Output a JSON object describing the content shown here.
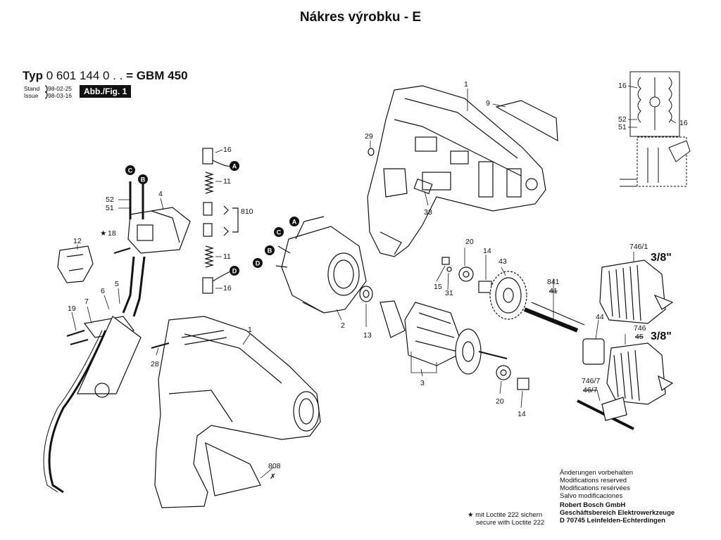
{
  "page_title": "Nákres výrobku - E",
  "type_line": {
    "prefix": "Typ",
    "number": "0 601 144 0 . .",
    "model": "= GBM 450"
  },
  "stamp": [
    {
      "label": "Stand",
      "date": "98-02-25"
    },
    {
      "label": "Issue",
      "date": "98-03-16"
    }
  ],
  "figure_badge": "Abb./Fig. 1",
  "part_labels": {
    "p1_top": "1",
    "p9": "9",
    "p29": "29",
    "p33": "33",
    "p16_a": "16",
    "p11_a": "11",
    "p810": "810",
    "p11_b": "11",
    "p16_b": "16",
    "p52": "52",
    "p51": "51",
    "p4": "4",
    "p12": "12",
    "p18": "18",
    "p19": "19",
    "p7": "7",
    "p6": "6",
    "p5": "5",
    "p28": "28",
    "p1_bottom": "1",
    "p808": "808",
    "p2": "2",
    "p13": "13",
    "p3": "3",
    "p20_top": "20",
    "p14_top": "14",
    "p43": "43",
    "p15": "15",
    "p31": "31",
    "p841": "841",
    "p841_x": "41",
    "p44": "44",
    "p20_bottom": "20",
    "p14_bottom": "14",
    "p746_1": "746/1",
    "size_top": "3/8\"",
    "p746": "746",
    "p746_x": "45",
    "size_mid": "3/8\"",
    "p746_7": "746/7",
    "p746_7_x": "46/7",
    "wiring_16_left": "16",
    "wiring_16_right": "16",
    "wiring_52": "52",
    "wiring_51": "51"
  },
  "connectors": [
    "A",
    "B",
    "C",
    "D"
  ],
  "notes_modifications": [
    "Änderungen vorbehalten",
    "Modifications reserved",
    "Modifications resérvées",
    "Salvo modificaciones"
  ],
  "notes_company": [
    "Robert Bosch GmbH",
    "Geschäftsbereich Elektrowerkzeuge",
    "D 70745 Leinfelden-Echterdingen"
  ],
  "loctite_note": [
    "mit Loctite 222 sichern",
    "secure with Loctite 222"
  ],
  "colors": {
    "ink": "#111111",
    "paper": "#ffffff"
  }
}
